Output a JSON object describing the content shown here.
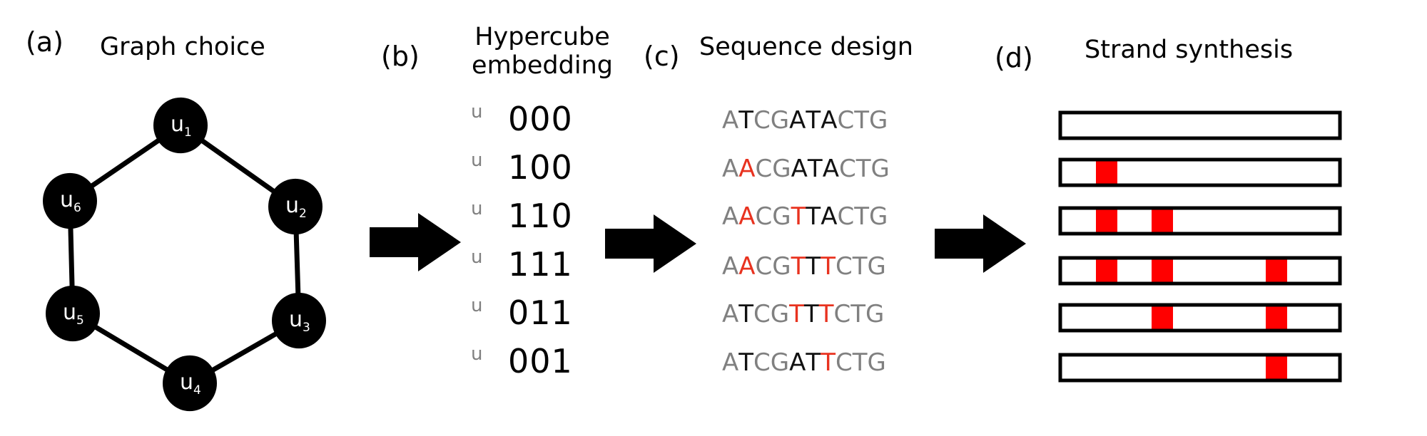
{
  "panels": {
    "a": {
      "letter": "(a)",
      "title": "Graph choice"
    },
    "b": {
      "letter": "(b)",
      "title_line1": "Hypercube",
      "title_line2": "embedding"
    },
    "c": {
      "letter": "(c)",
      "title": "Sequence design"
    },
    "d": {
      "letter": "(d)",
      "title": "Strand synthesis"
    }
  },
  "graph": {
    "nodes": [
      {
        "id": "u1",
        "base": "u",
        "sub": "1"
      },
      {
        "id": "u2",
        "base": "u",
        "sub": "2"
      },
      {
        "id": "u3",
        "base": "u",
        "sub": "3"
      },
      {
        "id": "u4",
        "base": "u",
        "sub": "4"
      },
      {
        "id": "u5",
        "base": "u",
        "sub": "5"
      },
      {
        "id": "u6",
        "base": "u",
        "sub": "6"
      }
    ],
    "edges": [
      [
        "u1",
        "u2"
      ],
      [
        "u2",
        "u3"
      ],
      [
        "u3",
        "u4"
      ],
      [
        "u4",
        "u5"
      ],
      [
        "u5",
        "u6"
      ],
      [
        "u6",
        "u1"
      ]
    ]
  },
  "embedding": {
    "rows": [
      {
        "label": "u",
        "bits": "000"
      },
      {
        "label": "u",
        "bits": "100"
      },
      {
        "label": "u",
        "bits": "110"
      },
      {
        "label": "u",
        "bits": "111"
      },
      {
        "label": "u",
        "bits": "011"
      },
      {
        "label": "u",
        "bits": "001"
      }
    ]
  },
  "sequences": {
    "colors": {
      "gray": "#808080",
      "black": "#111111",
      "red": "#e8321f"
    },
    "rows": [
      {
        "text": "ATCGATACTG",
        "colors": [
          "gray",
          "black",
          "gray",
          "gray",
          "black",
          "black",
          "black",
          "gray",
          "gray",
          "gray"
        ]
      },
      {
        "text": "AACGATACTG",
        "colors": [
          "gray",
          "red",
          "gray",
          "gray",
          "black",
          "black",
          "black",
          "gray",
          "gray",
          "gray"
        ]
      },
      {
        "text": "AACGTTACTG",
        "colors": [
          "gray",
          "red",
          "gray",
          "gray",
          "red",
          "black",
          "black",
          "gray",
          "gray",
          "gray"
        ]
      },
      {
        "text": "AACGTTTCTG",
        "colors": [
          "gray",
          "red",
          "gray",
          "gray",
          "red",
          "black",
          "red",
          "gray",
          "gray",
          "gray"
        ]
      },
      {
        "text": "ATCGTTTCTG",
        "colors": [
          "gray",
          "black",
          "gray",
          "gray",
          "red",
          "black",
          "red",
          "gray",
          "gray",
          "gray"
        ]
      },
      {
        "text": "ATCGATTCTG",
        "colors": [
          "gray",
          "black",
          "gray",
          "gray",
          "black",
          "black",
          "red",
          "gray",
          "gray",
          "gray"
        ]
      }
    ]
  },
  "strands": {
    "mark_color": "#ff0000",
    "rows": [
      {
        "marks": [
          false,
          false,
          false
        ]
      },
      {
        "marks": [
          true,
          false,
          false
        ]
      },
      {
        "marks": [
          true,
          true,
          false
        ]
      },
      {
        "marks": [
          true,
          true,
          true
        ]
      },
      {
        "marks": [
          false,
          true,
          true
        ]
      },
      {
        "marks": [
          false,
          false,
          true
        ]
      }
    ]
  },
  "arrows": [
    {
      "name": "arrow-a-to-b"
    },
    {
      "name": "arrow-b-to-c"
    },
    {
      "name": "arrow-c-to-d"
    }
  ]
}
